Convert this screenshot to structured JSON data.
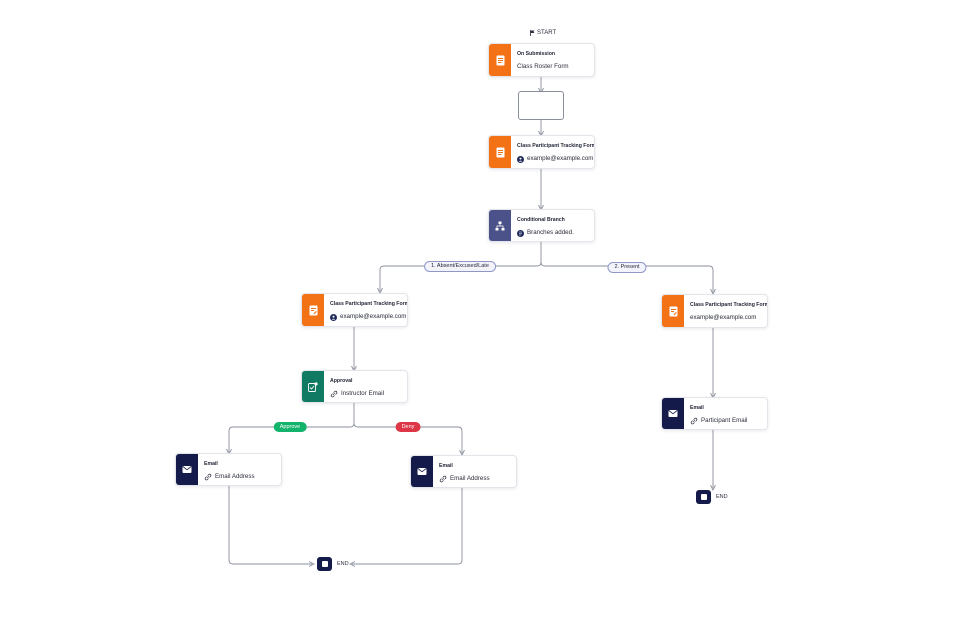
{
  "start": {
    "label": "START"
  },
  "nodes": {
    "trigger": {
      "title": "On Submission",
      "sub": "Class Roster Form"
    },
    "tracking_main": {
      "title": "Class Participant Tracking Form",
      "sub": "example@example.com"
    },
    "branch": {
      "title": "Conditional Branch",
      "sub": "Branches added."
    },
    "tracking_left": {
      "title": "Class Participant Tracking Form",
      "sub": "example@example.com"
    },
    "approval": {
      "title": "Approval",
      "sub": "Instructor Email"
    },
    "email_approve": {
      "title": "Email",
      "sub": "Email Address"
    },
    "email_deny": {
      "title": "Email",
      "sub": "Email Address"
    },
    "tracking_right": {
      "title": "Class Participant Tracking Form",
      "sub": "example@example.com"
    },
    "email_participant": {
      "title": "Email",
      "sub": "Participant Email"
    }
  },
  "pills": {
    "branch_1": "1. Absent/Excused/Late",
    "branch_2": "2. Present",
    "approve": "Approve",
    "deny": "Deny"
  },
  "ends": {
    "left": "END",
    "right": "END"
  },
  "colors": {
    "form": "#f47216",
    "branch": "#4a5289",
    "approval": "#107a63",
    "email": "#141a4a",
    "approve": "#12b36b",
    "deny": "#dd3646",
    "connector": "#8a8f9c"
  }
}
